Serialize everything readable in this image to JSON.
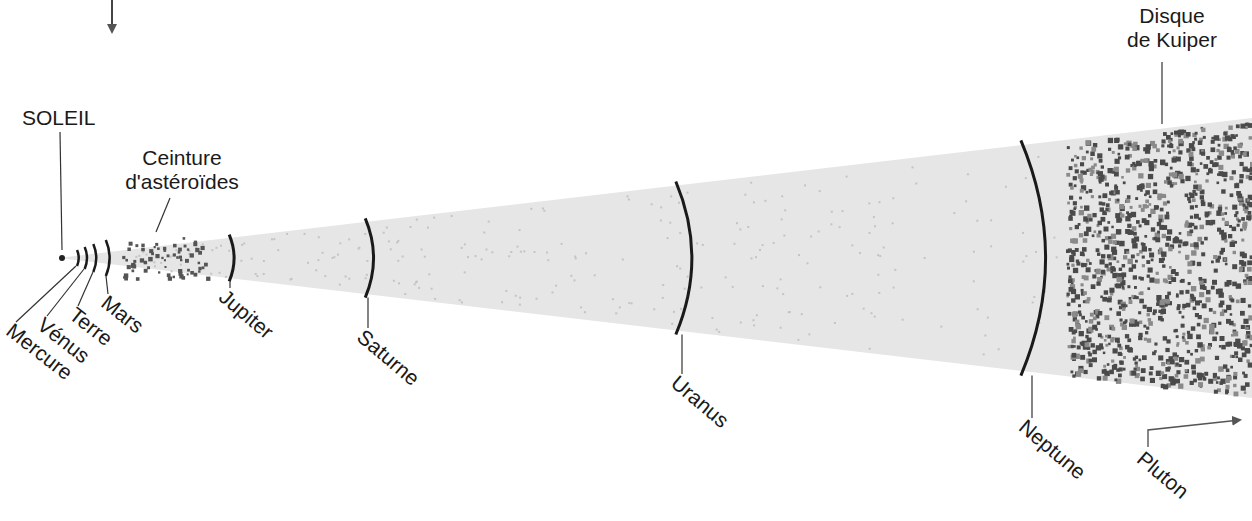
{
  "diagram": {
    "labels": [
      "SOLEIL",
      "Ceinture d'astéroïdes",
      "Disque de Kuiper",
      "Mercure",
      "Vénus",
      "Terre",
      "Mars",
      "Jupiter",
      "Saturne",
      "Uranus",
      "Neptune",
      "Pluton"
    ]
  }
}
